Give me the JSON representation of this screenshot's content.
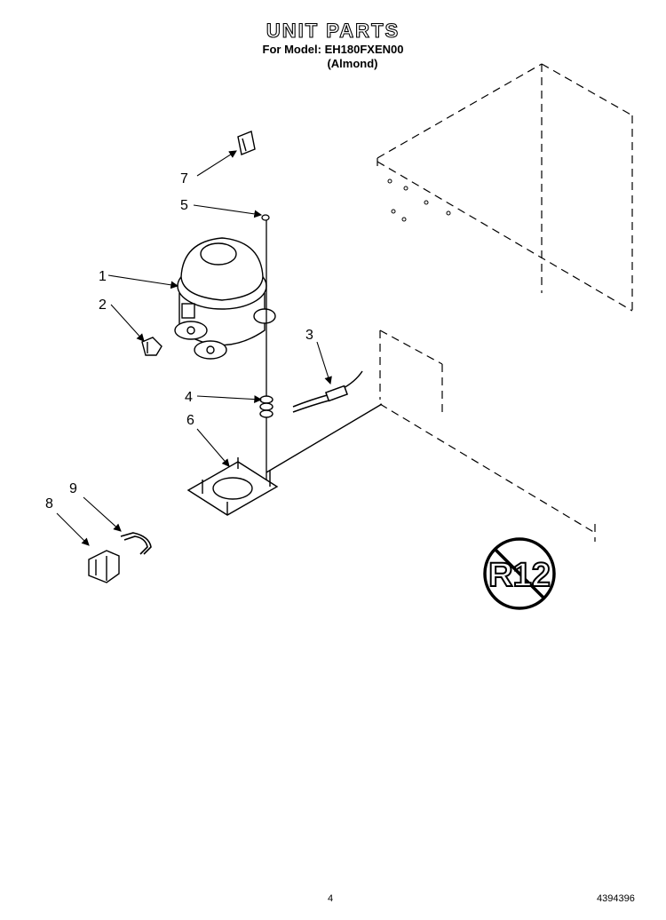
{
  "header": {
    "title": "UNIT PARTS",
    "model_line": "For Model: EH180FXEN00",
    "color_line": "(Almond)"
  },
  "callouts": [
    "1",
    "2",
    "3",
    "4",
    "5",
    "6",
    "7",
    "8",
    "9"
  ],
  "badge": {
    "text": "R12",
    "icon": "prohibited-circle-icon"
  },
  "footer": {
    "page": "4",
    "doc_number": "4394396"
  }
}
